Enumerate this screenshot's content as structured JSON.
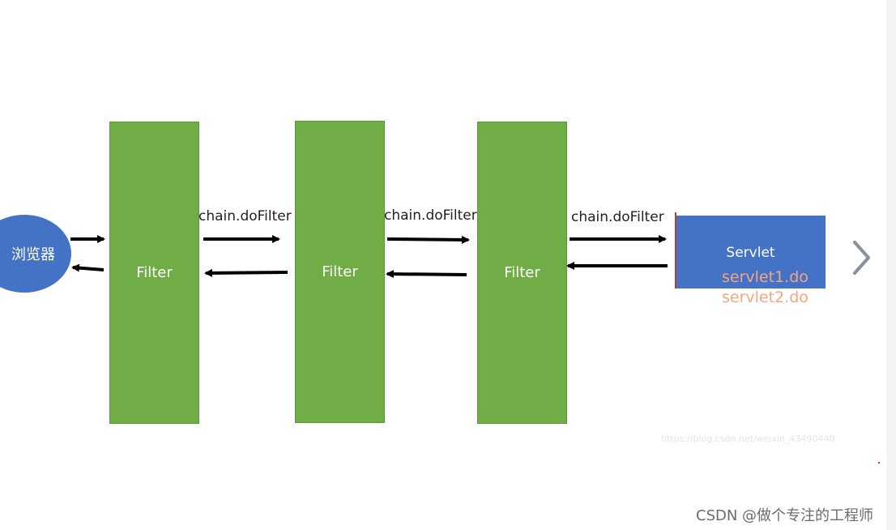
{
  "browser": {
    "label": "浏览器"
  },
  "filters": [
    {
      "label": "Filter"
    },
    {
      "label": "Filter"
    },
    {
      "label": "Filter"
    }
  ],
  "calls": [
    {
      "label": "chain.doFilter"
    },
    {
      "label": "chain.doFilter"
    },
    {
      "label": "chain.doFilter"
    }
  ],
  "servlet": {
    "label": "Servlet",
    "mappings": [
      "servlet1.do",
      "servlet2.do"
    ]
  },
  "watermark": "https://blog.csdn.net/weixin_43490440",
  "footer": {
    "credit": "CSDN @做个专注的工程师"
  },
  "colors": {
    "browser": "#4472c4",
    "filter": "#70ad47",
    "servlet": "#4472c4",
    "mapping_text": "#f4a582",
    "arrow": "#000000"
  },
  "icons": {
    "next": "chevron-right-icon"
  }
}
